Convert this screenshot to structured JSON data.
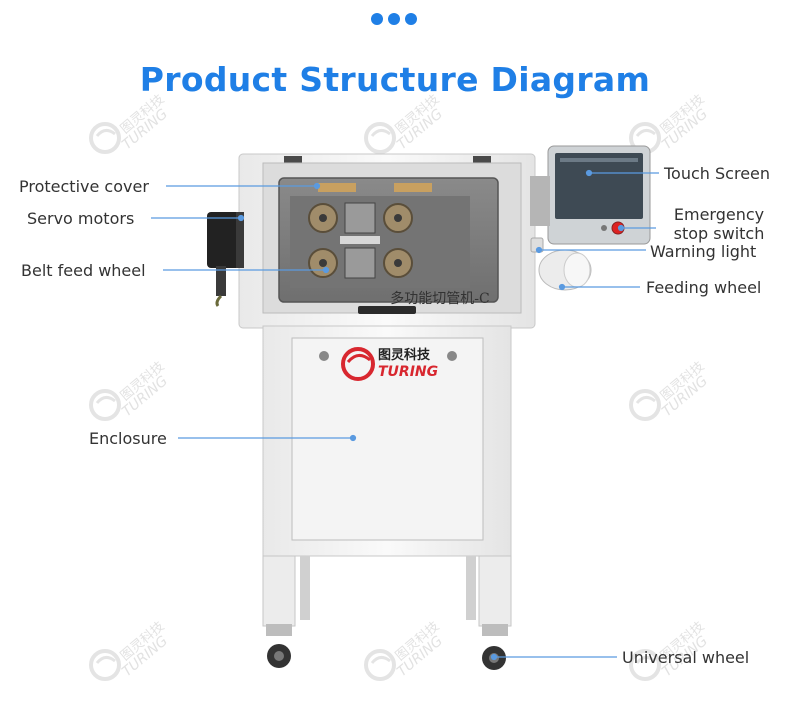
{
  "header": {
    "title": "Product Structure Diagram"
  },
  "watermark": {
    "brand_cn": "图灵科技",
    "brand_en": "TURING"
  },
  "machine": {
    "panel_text": "多功能切管机-C",
    "logo_cn": "图灵科技",
    "logo_en": "TURING"
  },
  "labels": {
    "protective_cover": "Protective cover",
    "servo_motors": "Servo motors",
    "belt_feed_wheel": "Belt feed wheel",
    "enclosure": "Enclosure",
    "touch_screen": "Touch Screen",
    "emergency_stop_line1": "Emergency",
    "emergency_stop_line2": "stop switch",
    "warning_light": "Warning light",
    "feeding_wheel": "Feeding wheel",
    "universal_wheel": "Universal wheel"
  },
  "colors": {
    "accent": "#1f7fe6",
    "leader": "#5a9ae0",
    "text": "#333333"
  }
}
